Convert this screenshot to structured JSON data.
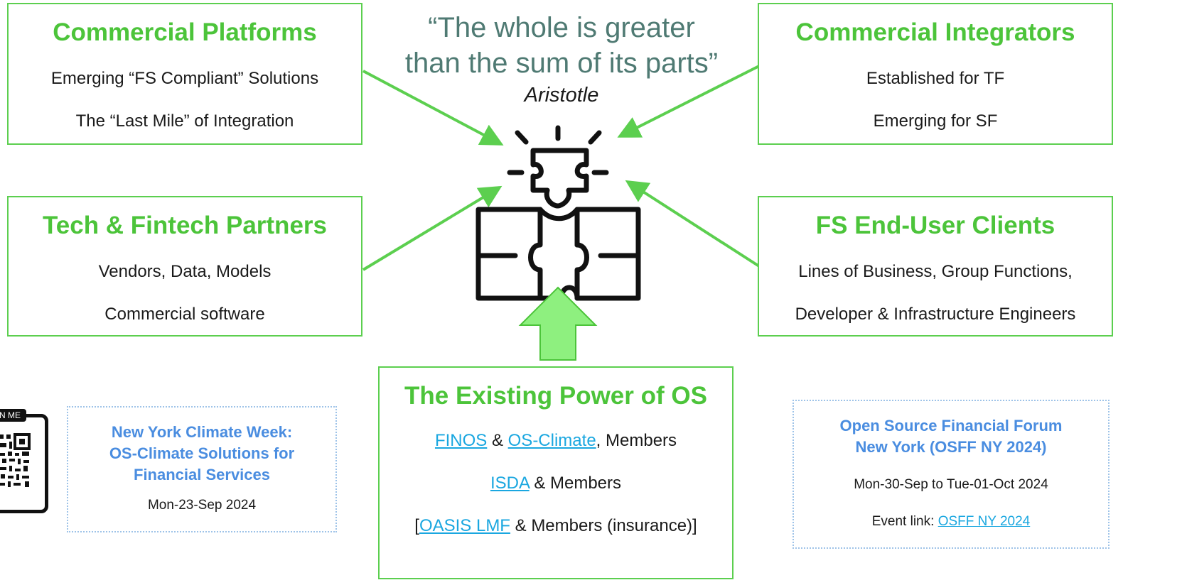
{
  "quote": {
    "text": "“The whole is greater than the sum of its parts”",
    "author": "Aristotle"
  },
  "boxes": {
    "commercial_platforms": {
      "title": "Commercial Platforms",
      "line1": "Emerging “FS Compliant” Solutions",
      "line2": "The “Last Mile” of Integration"
    },
    "commercial_integrators": {
      "title": "Commercial Integrators",
      "line1": "Established for TF",
      "line2": "Emerging for SF"
    },
    "tech_partners": {
      "title": "Tech & Fintech Partners",
      "line1": "Vendors, Data, Models",
      "line2": "Commercial software"
    },
    "fs_clients": {
      "title": "FS End-User Clients",
      "line1": "Lines of Business, Group Functions,",
      "line2": "Developer & Infrastructure Engineers"
    },
    "existing_power": {
      "title": "The Existing Power of OS",
      "finos": "FINOS",
      "amp1": " & ",
      "osclimate": "OS-Climate",
      "members1": ", Members",
      "isda": "ISDA",
      "members2": " & Members",
      "bracket_open": "[",
      "oasis": "OASIS LMF",
      "members3": " & Members (insurance)]"
    }
  },
  "events": {
    "nycw": {
      "title_line1": "New York Climate Week:",
      "title_line2": "OS-Climate Solutions for",
      "title_line3": "Financial Services",
      "date": "Mon-23-Sep 2024"
    },
    "osff": {
      "title_line1": "Open Source Financial Forum",
      "title_line2": "New York (OSFF NY 2024)",
      "date": "Mon-30-Sep to Tue-01-Oct 2024",
      "link_prefix": "Event link: ",
      "link_text": "OSFF NY 2024"
    }
  },
  "qr": {
    "scan_label": "N ME"
  },
  "colors": {
    "accent_green": "#4cc43a",
    "arrow_green": "#8ef07f",
    "link_blue": "#1aa7e0",
    "event_blue": "#4a8de0",
    "quote_teal": "#4f7a73"
  }
}
